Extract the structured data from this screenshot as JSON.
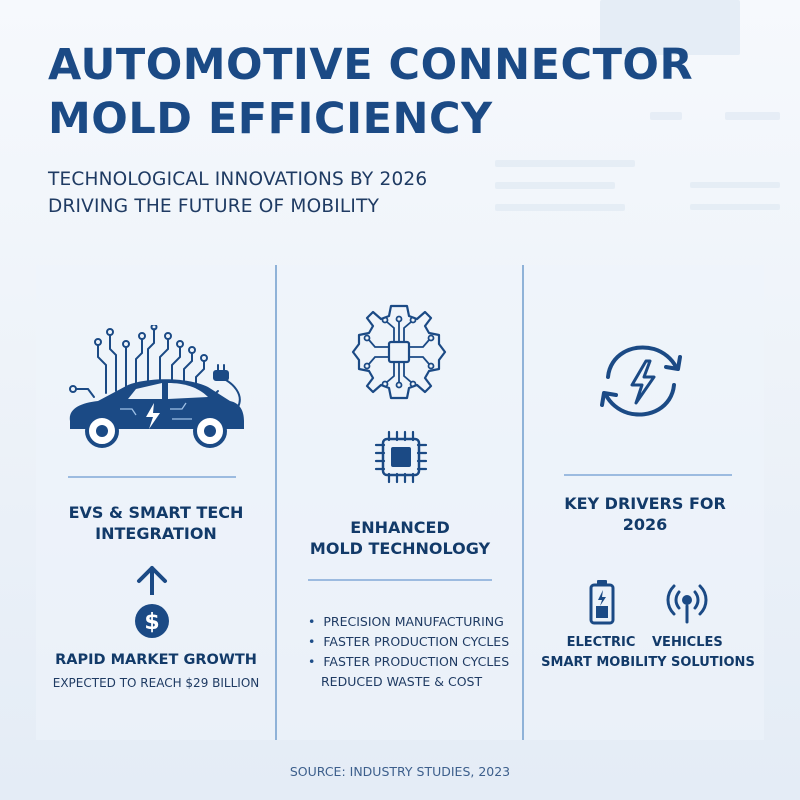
{
  "title_line1": "AUTOMOTIVE CONNECTOR",
  "title_line2": "MOLD EFFICIENCY",
  "subtitle_line1": "TECHNOLOGICAL INNOVATIONS BY 2026",
  "subtitle_line2": "DRIVING THE FUTURE OF MOBILITY",
  "col1": {
    "heading_line1": "EVS & SMART TECH",
    "heading_line2": "INTEGRATION",
    "growth_heading": "RAPID MARKET GROWTH",
    "growth_text": "EXPECTED TO REACH $29 BILLION",
    "icons": [
      "ev-car-circuit-icon",
      "arrow-up-icon",
      "dollar-coin-icon"
    ]
  },
  "col2": {
    "heading_line1": "ENHANCED",
    "heading_line2": "MOLD TECHNOLOGY",
    "bullets": [
      "PRECISION MANUFACTURING",
      "FASTER PRODUCTION CYCLES",
      "FASTER PRODUCTION CYCLES"
    ],
    "extra_line": "REDUCED WASTE & COST",
    "icons": [
      "gear-circuit-icon",
      "microchip-icon"
    ]
  },
  "col3": {
    "heading_line1": "KEY DRIVERS FOR",
    "heading_line2": "2026",
    "label_left": "ELECTRIC",
    "label_right": "VEHICLES",
    "label_bottom": "SMART MOBILITY SOLUTIONS",
    "icons": [
      "recycle-lightning-icon",
      "battery-icon",
      "wireless-signal-icon"
    ]
  },
  "source": "SOURCE: INDUSTRY STUDIES, 2023",
  "colors": {
    "primary": "#1b4a85",
    "accent": "#8fb2d8",
    "background": "#eef3f9"
  }
}
